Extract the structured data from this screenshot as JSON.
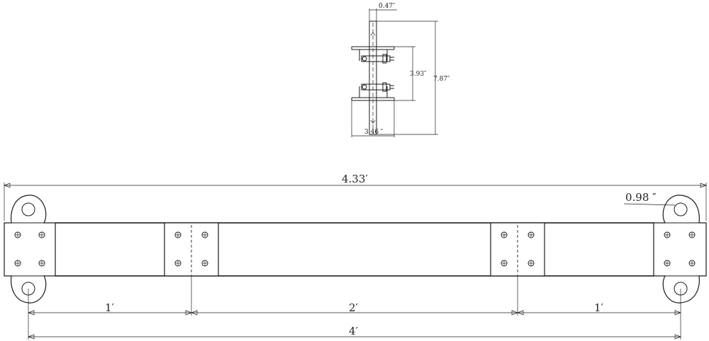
{
  "dimensions": {
    "overall_length": "4.33′",
    "hole_diameter": "0.98 ″",
    "left_span": "1′",
    "center_span": "2′",
    "right_span": "1′",
    "hole_span": "4′"
  },
  "side_view": {
    "width_top": "0.47″",
    "height_inner": "3.93″",
    "height_total": "7.87″",
    "width_base": "3.46 ″"
  },
  "colors": {
    "line": "#1a1a1a",
    "background": "#ffffff"
  }
}
